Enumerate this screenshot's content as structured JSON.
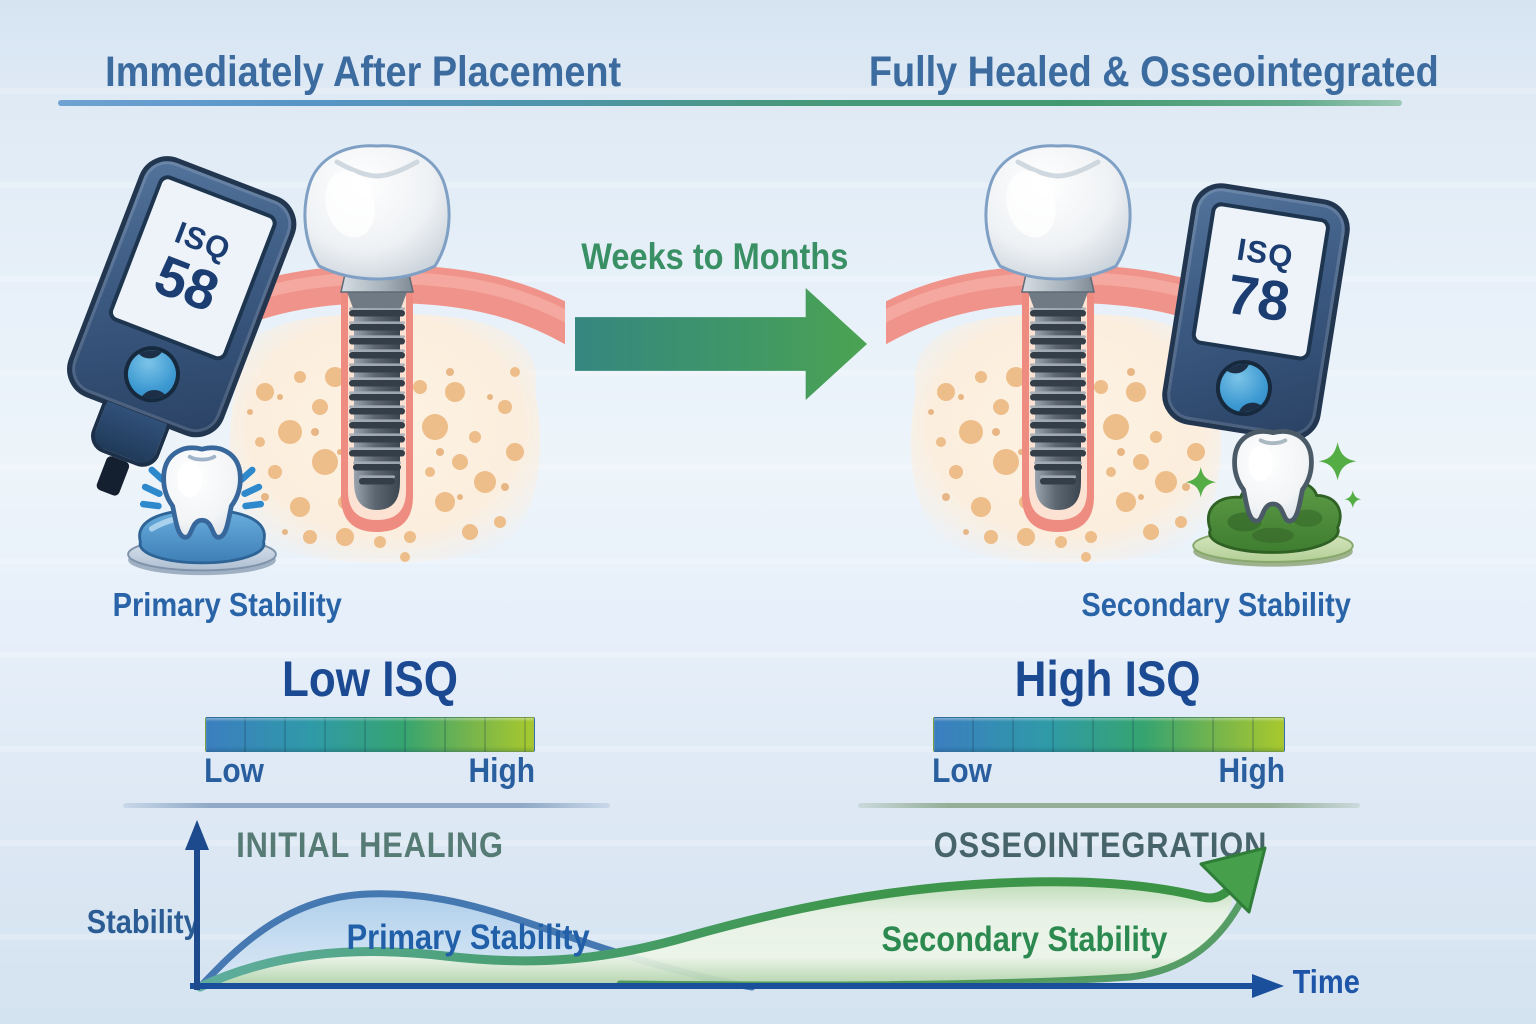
{
  "header": {
    "left_title": "Immediately After Placement",
    "right_title": "Fully Healed & Osseointegrated"
  },
  "transition": {
    "label": "Weeks to Months"
  },
  "left": {
    "device": {
      "label": "ISQ",
      "value": "58"
    },
    "caption": "Primary Stability",
    "scale": {
      "title": "Low ISQ",
      "low": "Low",
      "high": "High"
    }
  },
  "right": {
    "device": {
      "label": "ISQ",
      "value": "78"
    },
    "caption": "Secondary Stability",
    "scale": {
      "title": "High ISQ",
      "low": "Low",
      "high": "High"
    }
  },
  "chart": {
    "phase_left": "INITIAL HEALING",
    "phase_right": "OSSEOINTEGRATION",
    "ylabel": "Stability",
    "xlabel": "Time",
    "primary_label": "Primary Stability",
    "secondary_label": "Secondary Stability"
  },
  "icons": {
    "device": "isq-meter",
    "left_tooth": "loose-tooth-on-cushion",
    "right_tooth": "stable-tooth-on-bone",
    "arrow": "right-arrow"
  },
  "colors": {
    "title_blue": "#3c6b9f",
    "navy_text": "#1b4a92",
    "label_blue": "#2a64a8",
    "green_text": "#3a9065",
    "phase_grey_green": "#567a74",
    "scale_gradient": [
      "#3b7ec0",
      "#2f9aa8",
      "#36a470",
      "#a8c92d"
    ],
    "primary_curve": "#3e73ad",
    "secondary_curve": "#3e8f4e",
    "gum_pink": "#f0948b",
    "bone_cream": "#fceedd",
    "bone_pore_tan": "#edbd8a",
    "device_navy": "#2a4264",
    "background_blue": "#e8f1f9"
  },
  "chart_data": {
    "type": "line",
    "title": "",
    "xlabel": "Time",
    "ylabel": "Stability",
    "x_axis_note": "conceptual time axis, no numeric ticks; phases: INITIAL HEALING then OSSEOINTEGRATION",
    "ylim": [
      0,
      100
    ],
    "legend_position": "labels-on-curves",
    "grid": false,
    "series": [
      {
        "name": "Primary Stability",
        "color": "#3e73ad",
        "x": [
          0,
          1,
          2,
          3,
          4,
          5,
          6,
          7
        ],
        "values": [
          0,
          60,
          92,
          95,
          80,
          45,
          15,
          0
        ]
      },
      {
        "name": "Secondary Stability",
        "color": "#3e8f4e",
        "x": [
          0,
          1,
          2,
          3,
          4,
          5,
          6,
          7,
          8,
          9,
          10
        ],
        "values": [
          0,
          25,
          32,
          28,
          35,
          55,
          78,
          95,
          100,
          92,
          105
        ]
      }
    ],
    "annotations": [
      "INITIAL HEALING",
      "OSSEOINTEGRATION"
    ]
  }
}
